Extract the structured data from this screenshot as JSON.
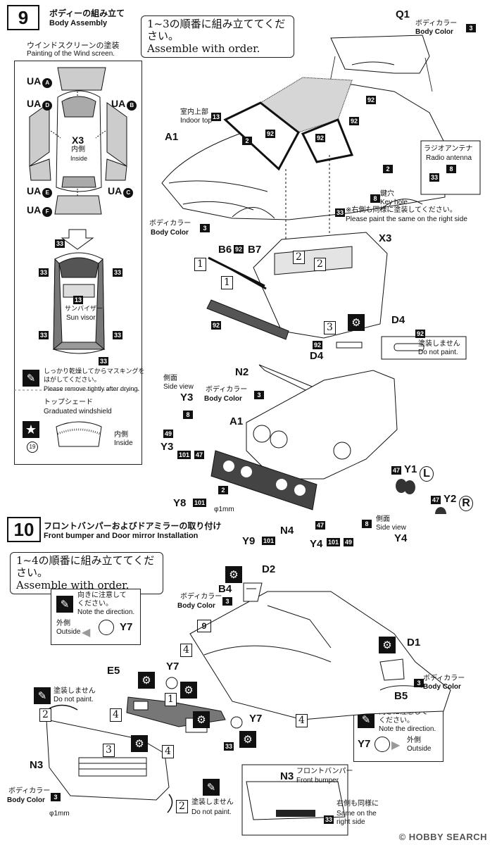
{
  "step9": {
    "number": "9",
    "title_jp": "ボディーの組み立て",
    "title_en": "Body Assembly",
    "order_jp": "1~3の順番に組み立ててください。",
    "order_en": "Assemble with order.",
    "windscreen_jp": "ウインドスクリーンの塗装",
    "windscreen_en": "Painting of the Wind screen.",
    "ua_labels": [
      "UA",
      "UA",
      "UA",
      "UA",
      "UA",
      "UA"
    ],
    "ua_letters": [
      "A",
      "D",
      "B",
      "E",
      "C",
      "F"
    ],
    "x3_label": "X3",
    "inside_jp": "内側",
    "inside_en": "Inside",
    "sunvisor_num": "13",
    "sunvisor_jp": "サンバイザー",
    "sunvisor_en": "Sun visor",
    "color33": "33",
    "remove_jp1": "しっかり乾燥してからマスキングを",
    "remove_jp2": "はがしてください。",
    "remove_en": "Please remove tightly after drying.",
    "topshade_jp": "トップシェード",
    "topshade_en": "Graduated windshield",
    "topshade_num": "19",
    "topshade_inside_jp": "内側",
    "topshade_inside_en": "Inside",
    "q1_label": "Q1",
    "body_color_jp": "ボディカラー",
    "body_color_en": "Body Color",
    "body_color_num": "3",
    "indoor_top_jp": "室内上部",
    "indoor_top_en": "Indoor top",
    "indoor_top_num": "13",
    "a1_label": "A1",
    "num2": "2",
    "num92": "92",
    "num8": "8",
    "num33": "33",
    "antenna_jp": "ラジオアンテナ",
    "antenna_en": "Radio antenna",
    "keyhole_jp": "鍵穴",
    "keyhole_en": "Key hole",
    "right_side_jp": "※右側も同様に塗装してください。",
    "right_side_en": "Please paint the same on the right side",
    "x3_parts": "X3",
    "b6": "B6",
    "b7": "B7",
    "step1": "1",
    "step2": "2",
    "step3": "3",
    "d4": "D4",
    "dont_paint_jp": "塗装しません",
    "dont_paint_en": "Do not paint.",
    "n2": "N2",
    "side_view_jp": "側面",
    "side_view_en": "Side view",
    "y3": "Y3",
    "num49": "49",
    "num101": "101",
    "num47": "47",
    "y1": "Y1",
    "y2": "Y2",
    "l": "L",
    "r": "R",
    "y8": "Y8",
    "phi": "φ1mm",
    "n4": "N4",
    "y9": "Y9",
    "y4": "Y4"
  },
  "step10": {
    "number": "10",
    "title_jp": "フロントバンパーおよびドアミラーの取り付け",
    "title_en": "Front bumper and Door mirror Installation",
    "order_jp": "1~4の順番に組み立ててください。",
    "order_en": "Assemble with order.",
    "direction_jp1": "向きに注意して",
    "direction_jp2": "ください。",
    "direction_en": "Note the direction.",
    "outside_jp": "外側",
    "outside_en": "Outside",
    "y7": "Y7",
    "d2": "D2",
    "b4": "B4",
    "d1": "D1",
    "b5": "B5",
    "e5": "E5",
    "body9": "9",
    "n3": "N3",
    "dont_paint_jp": "塗装しません",
    "dont_paint_en": "Do not paint.",
    "front_bumper_jp": "フロントバンパー",
    "front_bumper_en": "Front bumper",
    "same_right_jp": "右側も同様に",
    "same_right_en1": "Same on the",
    "same_right_en2": "right side",
    "phi": "φ1mm",
    "body_color_jp": "ボディカラー",
    "body_color_en": "Body Color",
    "num3": "3",
    "num33": "33",
    "s1": "1",
    "s2": "2",
    "s3": "3",
    "s4": "4"
  },
  "watermark": "© HOBBY SEARCH"
}
